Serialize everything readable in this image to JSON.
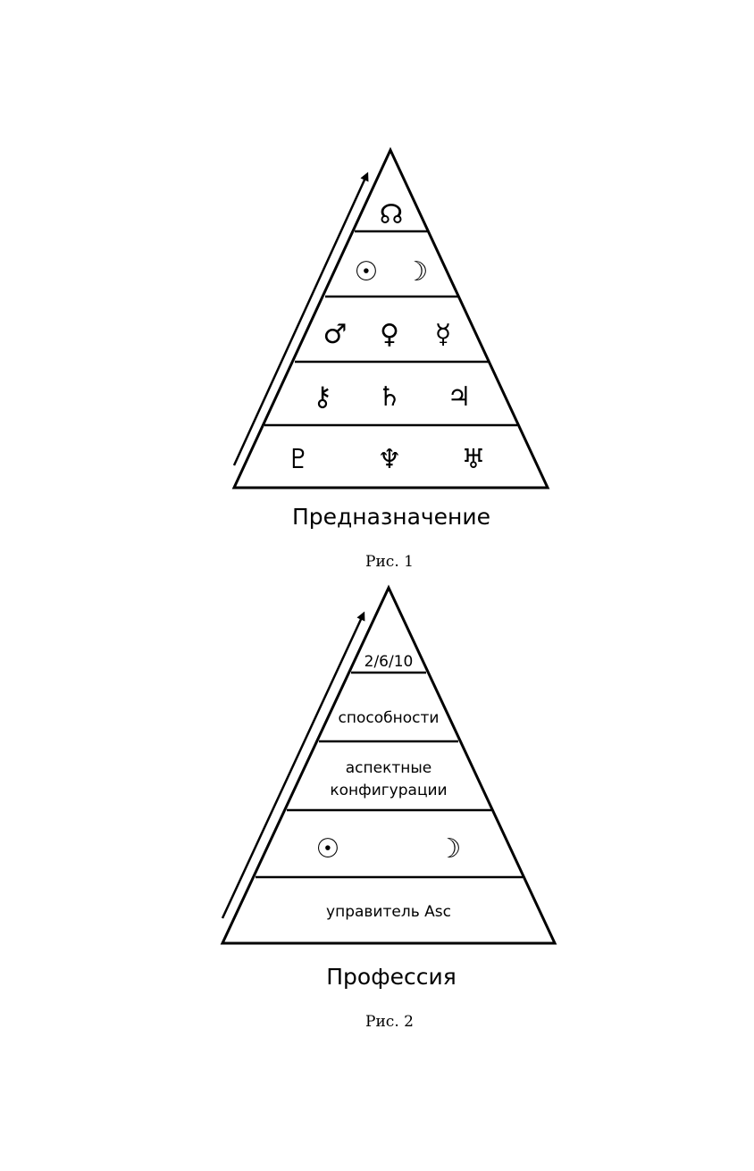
{
  "figure1": {
    "title": "Предназначение",
    "caption": "Рис. 1",
    "tiers": [
      [
        "☊"
      ],
      [
        "☉",
        "☽"
      ],
      [
        "♂",
        "♀",
        "☿"
      ],
      [
        "⚷",
        "♄",
        "♃"
      ],
      [
        "♇",
        "♆",
        "♅"
      ]
    ]
  },
  "figure2": {
    "title": "Профессия",
    "caption": "Рис. 2",
    "tiers": [
      [
        "2/6/10"
      ],
      [
        "способности"
      ],
      [
        "аспектные",
        "конфигурации"
      ],
      [
        "☉",
        "☽"
      ],
      [
        "управитель Asc"
      ]
    ]
  }
}
